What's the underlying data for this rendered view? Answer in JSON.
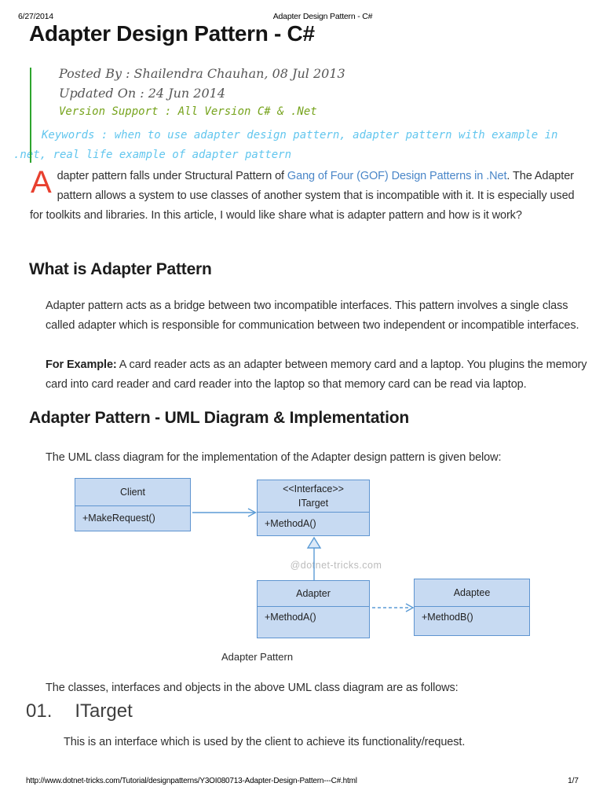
{
  "colors": {
    "accent_bar_green": "#2ea52e",
    "version_support_green": "#76a31c",
    "keywords_blue": "#62c6ee",
    "link_blue": "#4a86c8",
    "drop_cap_red": "#e8402f",
    "uml_box_fill": "#c7daf2",
    "uml_box_border": "#5e94d0",
    "uml_line_blue": "#5b9bd5",
    "watermark_gray": "#bcbcbc"
  },
  "print_header": {
    "date": "6/27/2014",
    "title": "Adapter Design Pattern - C#"
  },
  "print_footer": {
    "url": "http://www.dotnet-tricks.com/Tutorial/designpatterns/Y3OI080713-Adapter-Design-Pattern---C#.html",
    "page": "1/7"
  },
  "article": {
    "title": "Adapter Design Pattern - C#",
    "meta": {
      "posted_by": "Posted By : Shailendra Chauhan, 08 Jul 2013",
      "updated_on": "Updated On : 24 Jun 2014",
      "version_support": "Version Support : All Version C# & .Net",
      "keywords": "Keywords : when to use adapter design pattern, adapter pattern with example in .net, real life example of adapter pattern"
    },
    "intro": {
      "drop_cap": "A",
      "text_before_link": "dapter pattern falls under Structural Pattern of ",
      "link_text": "Gang of Four (GOF) Design Patterns in .Net",
      "text_after_link": ". The Adapter pattern allows a system to use classes of another system that is incompatible with it. It is especially used for toolkits and libraries. In this article, I would like share what is adapter pattern and how is it work?"
    },
    "what_is": {
      "heading": "What is Adapter Pattern",
      "paragraph": "Adapter pattern acts as a bridge between two incompatible interfaces. This pattern involves a single class called adapter which is responsible for communication between two independent or incompatible interfaces.",
      "example_label": "For Example:",
      "example_text": " A card reader acts as an adapter between memory card and a laptop. You plugins the memory card into card reader and card reader into the laptop so that memory card can be read via laptop."
    },
    "uml_section": {
      "heading": "Adapter Pattern - UML Diagram & Implementation",
      "lead": "The UML class diagram for the implementation of the Adapter design pattern is given below:",
      "watermark": "@dotnet-tricks.com",
      "caption": "Adapter Pattern",
      "followup": "The classes, interfaces and objects in the above UML class diagram are as follows:"
    },
    "uml_diagram": {
      "client": {
        "title": "Client",
        "method": "+MakeRequest()"
      },
      "itarget": {
        "stereotype": "<<Interface>>",
        "title": "ITarget",
        "method": "+MethodA()"
      },
      "adapter": {
        "title": "Adapter",
        "method": "+MethodA()"
      },
      "adaptee": {
        "title": "Adaptee",
        "method": "+MethodB()"
      }
    },
    "itarget_section": {
      "number": "01.",
      "heading": "ITarget",
      "paragraph": "This is an interface which is used by the client to achieve its functionality/request."
    }
  }
}
